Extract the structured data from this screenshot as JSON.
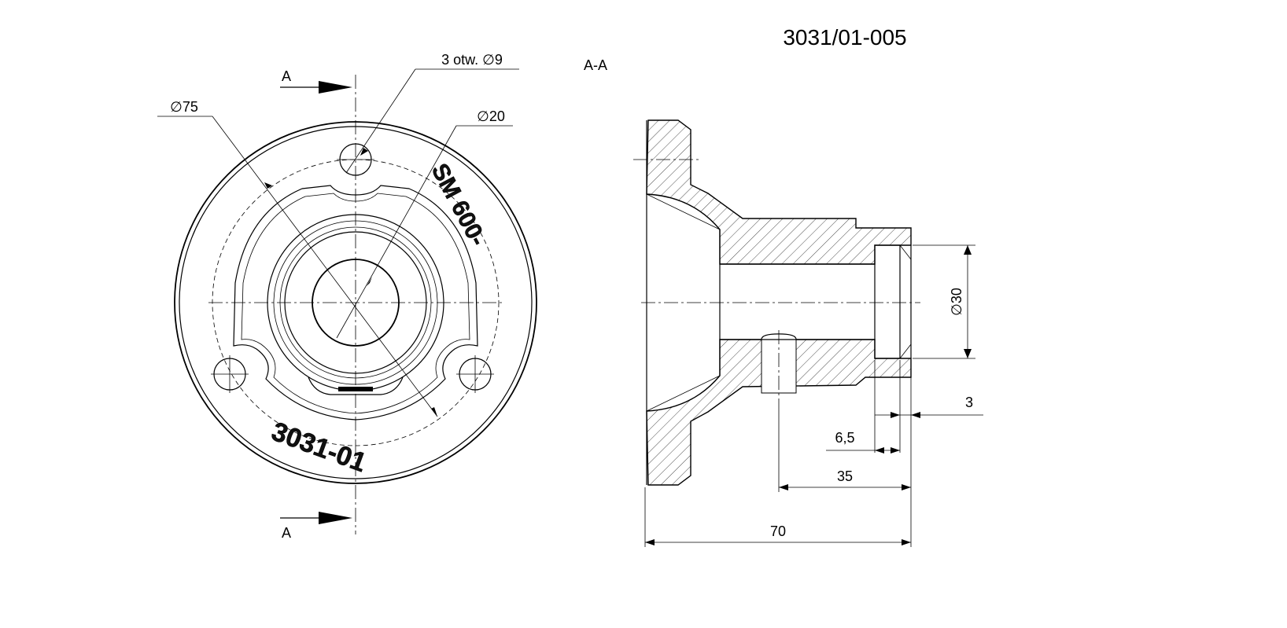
{
  "drawing_number": "3031/01-005",
  "section_title": "A-A",
  "cut_marks": {
    "top": "A",
    "bottom": "A"
  },
  "front_view": {
    "outer_diameter": "∅75",
    "bore_diameter": "∅20",
    "holes_note": "3 otw.  ∅9",
    "engraving_upper": "SM 600-",
    "engraving_lower": "3031-01"
  },
  "section_view": {
    "dim_overall_length": "70",
    "dim_length": "35",
    "dim_recess": "6,5",
    "dim_groove": "3",
    "dim_counterbore_diameter": "∅30"
  },
  "colors": {
    "line": "#000000",
    "background": "#ffffff"
  }
}
